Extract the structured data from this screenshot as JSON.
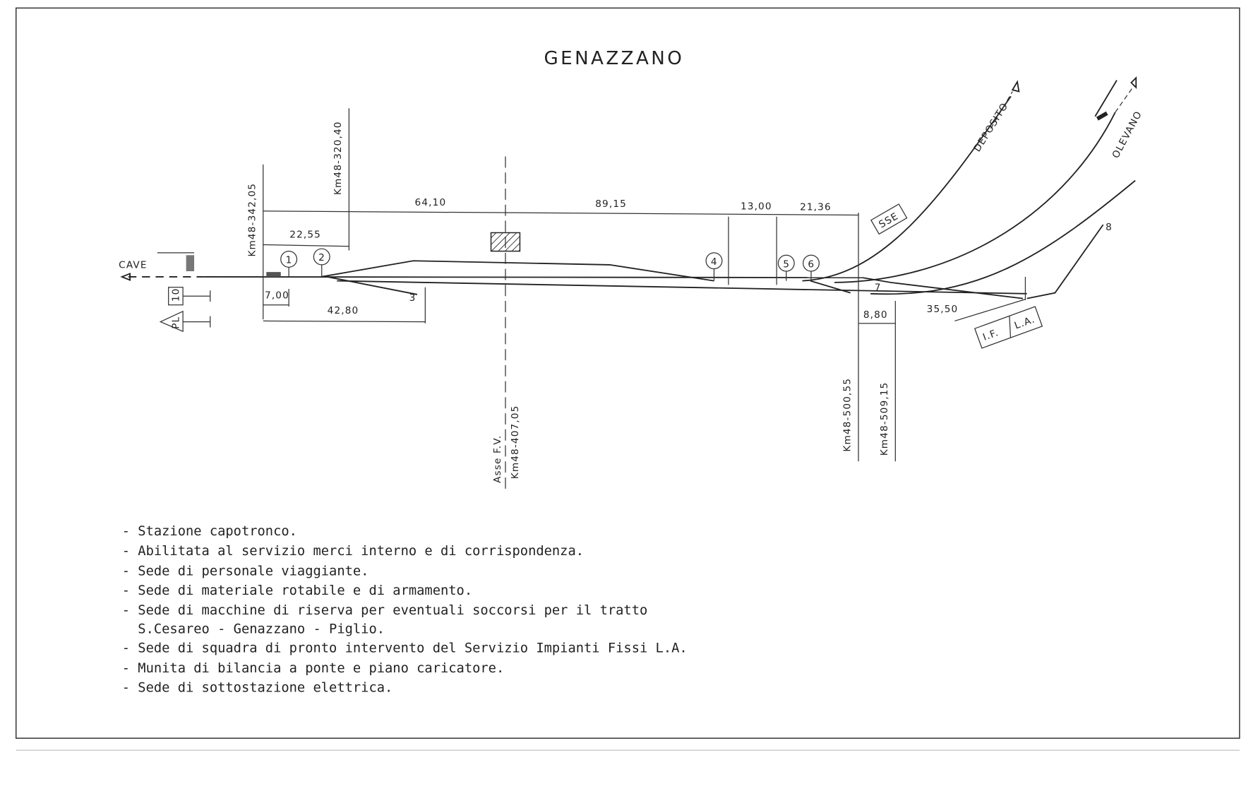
{
  "title": "GENAZZANO",
  "directions": {
    "left": "CAVE",
    "deposito": "DEPOSITO",
    "olevano": "OLEVANO"
  },
  "kilometers": {
    "km1": "Km48-342,05",
    "km2": "Km48-320,40",
    "axis_label": "Asse F.V.",
    "axis_km": "Km48-407,05",
    "km4": "Km48-500,55",
    "km5": "Km48-509,15"
  },
  "dimensions": {
    "d1": "64,10",
    "d2": "89,15",
    "d3": "13,00",
    "d4": "21,36",
    "d5": "22,55",
    "d6": "7,00",
    "d7": "42,80",
    "d8": "8,80",
    "d9": "35,50"
  },
  "switch_numbers": [
    "1",
    "2",
    "4",
    "5",
    "6"
  ],
  "track_numbers": {
    "t3": "3",
    "t7": "7",
    "t8": "8"
  },
  "signs": {
    "speed": "10",
    "pl": "PL",
    "sse": "SSE",
    "if": "I.F.",
    "la": "L.A."
  },
  "notes": [
    "- Stazione capotronco.",
    "- Abilitata al servizio merci interno e di corrispondenza.",
    "- Sede di personale viaggiante.",
    "- Sede di materiale rotabile e di armamento.",
    "- Sede di macchine di riserva per eventuali soccorsi per il tratto",
    "  S.Cesareo - Genazzano - Piglio.",
    "- Sede di squadra di pronto intervento del Servizio Impianti Fissi L.A.",
    "- Munita di bilancia a ponte e piano caricatore.",
    "- Sede di sottostazione elettrica."
  ]
}
